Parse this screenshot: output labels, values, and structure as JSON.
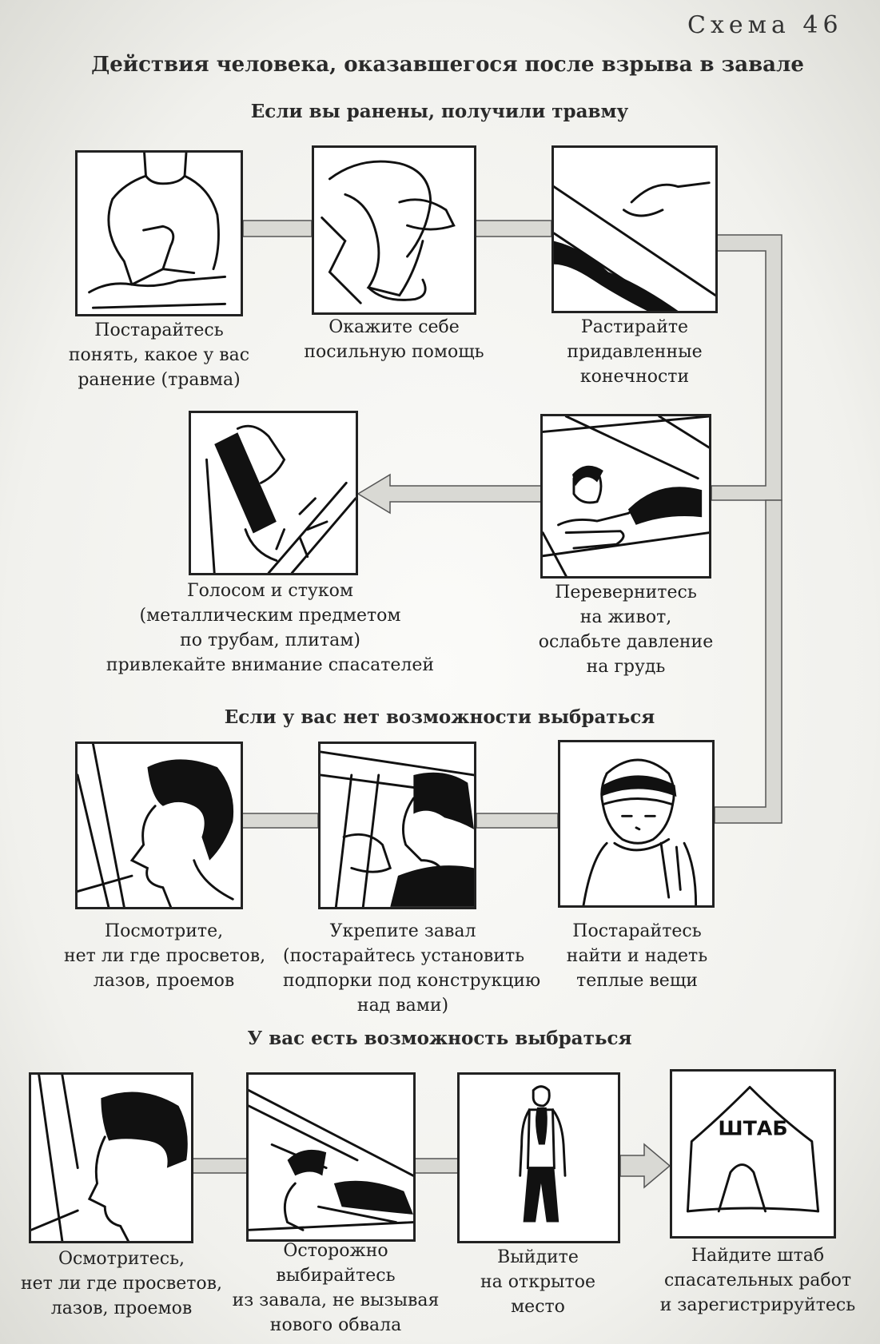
{
  "scheme_label": "Схема 46",
  "title": "Действия человека, оказавшегося после взрыва в завале",
  "sections": [
    {
      "heading": "Если вы ранены, получили травму",
      "steps": [
        {
          "icon": "injured-person-arm-icon",
          "caption": [
            "Постарайтесь",
            "понять, какое у вас",
            "ранение (травма)"
          ]
        },
        {
          "icon": "self-help-leg-icon",
          "caption": [
            "Окажите себе",
            "посильную помощь"
          ]
        },
        {
          "icon": "rub-limbs-icon",
          "caption": [
            "Растирайте",
            "придавленные",
            "конечности"
          ]
        },
        {
          "icon": "lie-on-stomach-icon",
          "caption": [
            "Перевернитесь",
            "на живот,",
            "ослабьте давление",
            "на грудь"
          ]
        },
        {
          "icon": "knock-on-pipe-icon",
          "caption": [
            "Голосом и стуком",
            "(металлическим предметом",
            "по трубам, плитам)",
            "привлекайте внимание спасателей"
          ]
        }
      ]
    },
    {
      "heading": "Если у вас нет возможности выбраться",
      "steps": [
        {
          "icon": "warm-clothes-icon",
          "caption": [
            "Постарайтесь",
            "найти и надеть",
            "теплые вещи"
          ]
        },
        {
          "icon": "prop-up-debris-icon",
          "caption": [
            "Укрепите завал",
            "(постарайтесь установить",
            "подпорки под конструкцию",
            "над вами)"
          ]
        },
        {
          "icon": "look-for-openings-icon",
          "caption": [
            "Посмотрите,",
            "нет ли где просветов,",
            "лазов, проемов"
          ]
        }
      ]
    },
    {
      "heading": "У вас есть возможность выбраться",
      "steps": [
        {
          "icon": "look-around-icon",
          "caption": [
            "Осмотритесь,",
            "нет ли где просветов,",
            "лазов, проемов"
          ]
        },
        {
          "icon": "crawl-out-icon",
          "caption": [
            "Осторожно",
            "выбирайтесь",
            "из завала, не вызывая",
            "нового обвала"
          ]
        },
        {
          "icon": "open-place-icon",
          "caption": [
            "Выйдите",
            "на открытое",
            "место"
          ]
        },
        {
          "icon": "headquarters-tent-icon",
          "caption": [
            "Найдите штаб",
            "спасательных работ",
            "и зарегистрируйтесь"
          ]
        }
      ],
      "tent_sign": "ШТАБ"
    }
  ]
}
